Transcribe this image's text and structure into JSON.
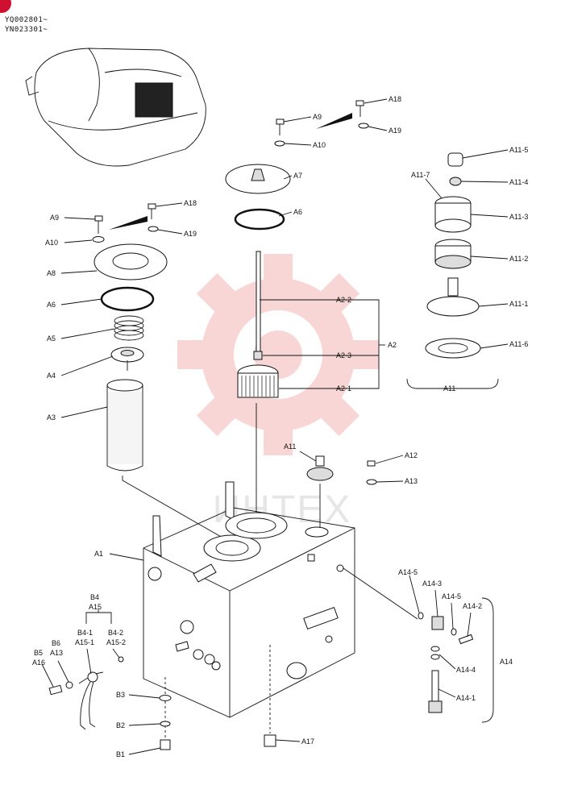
{
  "serials": [
    "YQ002801~",
    "YN023301~"
  ],
  "watermark": "ИНТЕХ",
  "colors": {
    "watermark": "#f4b6b6",
    "corner": "#d01030",
    "ink": "#111111"
  },
  "labels": {
    "A1": "A1",
    "A2": "A2",
    "A2_1": "A2-1",
    "A2_2": "A2-2",
    "A2_3": "A2-3",
    "A3": "A3",
    "A4": "A4",
    "A5": "A5",
    "A6": "A6",
    "A7": "A7",
    "A8": "A8",
    "A9": "A9",
    "A10": "A10",
    "A11": "A11",
    "A11_1": "A11-1",
    "A11_2": "A11-2",
    "A11_3": "A11-3",
    "A11_4": "A11-4",
    "A11_5": "A11-5",
    "A11_6": "A11-6",
    "A11_7": "A11-7",
    "A12": "A12",
    "A13": "A13",
    "A14": "A14",
    "A14_1": "A14-1",
    "A14_2": "A14-2",
    "A14_3": "A14-3",
    "A14_4": "A14-4",
    "A14_5": "A14-5",
    "A15": "A15",
    "A15_1": "A15-1",
    "A15_2": "A15-2",
    "A16": "A16",
    "A17": "A17",
    "A18": "A18",
    "A19": "A19",
    "B1": "B1",
    "B2": "B2",
    "B3": "B3",
    "B4": "B4",
    "B4_1": "B4-1",
    "B4_2": "B4-2",
    "B5": "B5",
    "B6": "B6"
  }
}
